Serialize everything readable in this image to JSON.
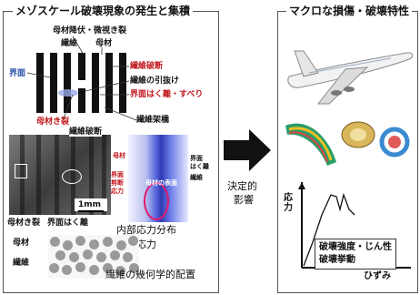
{
  "left_panel": {
    "title": "メゾスケール破壊現象の発生と集積",
    "labels": {
      "matrix_yield": "母材降伏・微視き裂",
      "fiber": "繊維",
      "matrix": "母材",
      "interface": "界面",
      "fiber_break": "繊維破断",
      "fiber_pullout": "繊維の引抜け",
      "debond_slip": "界面はく離・すべり",
      "matrix_crack": "母材き裂",
      "fiber_bridge": "繊維架橋",
      "micro_fiber_break": "繊維破断",
      "micro_matrix_crack": "母材き裂",
      "micro_debond": "界面はく離",
      "scale_bar": "1mm",
      "sim_matrix": "母材",
      "sim_fiber": "繊維",
      "sim_interface_debond": "界面はく離",
      "sim_interface_stress": "界面\n剪断\n応力",
      "sim_matrix_surface": "母材の表面",
      "internal_stress": "内部応力分布",
      "residual_stress": "残留応力",
      "dot_matrix": "母材",
      "dot_fiber": "繊維",
      "fiber_arrangement": "繊維の幾何学的配置"
    }
  },
  "middle": {
    "label_line1": "決定的",
    "label_line2": "影響"
  },
  "right_panel": {
    "title": "マクロな損傷・破壊特性",
    "graph": {
      "ylabel": "応力",
      "xlabel": "ひずみ",
      "box_line1": "破壊強度・じん性",
      "box_line2": "破壊挙動"
    }
  },
  "colors": {
    "accent_red": "#c0151b",
    "accent_blue": "#2a4fa8",
    "airplane_body": "#f2f2f2"
  }
}
